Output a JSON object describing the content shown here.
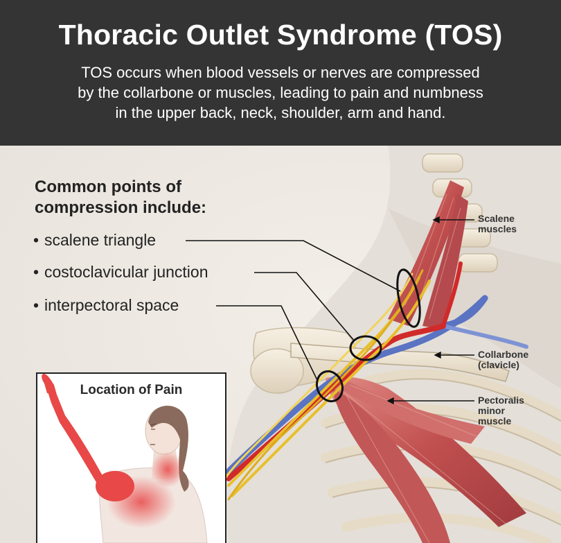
{
  "header": {
    "title": "Thoracic Outlet Syndrome (TOS)",
    "description_lines": [
      "TOS occurs when blood vessels or nerves are compressed",
      "by the collarbone or muscles, leading to pain and numbness",
      "in the upper back, neck, shoulder, arm and hand."
    ]
  },
  "intro": {
    "lines": [
      "Common points of",
      "compression include:"
    ]
  },
  "compression_points": [
    "scalene triangle",
    "costoclavicular junction",
    "interpectoral space"
  ],
  "labels": {
    "scalene": [
      "Scalene",
      "muscles"
    ],
    "collarbone": [
      "Collarbone",
      "(clavicle)"
    ],
    "pectoralis": [
      "Pectoralis",
      "minor",
      "muscle"
    ]
  },
  "inset": {
    "title": "Location of Pain"
  },
  "colors": {
    "header_bg": "#343434",
    "muscle": "#c95f5f",
    "bone": "#efe6d6",
    "artery": "#d12a2a",
    "vein": "#5a73c2",
    "nerve": "#e9bf2a",
    "pain": "#e84848"
  }
}
